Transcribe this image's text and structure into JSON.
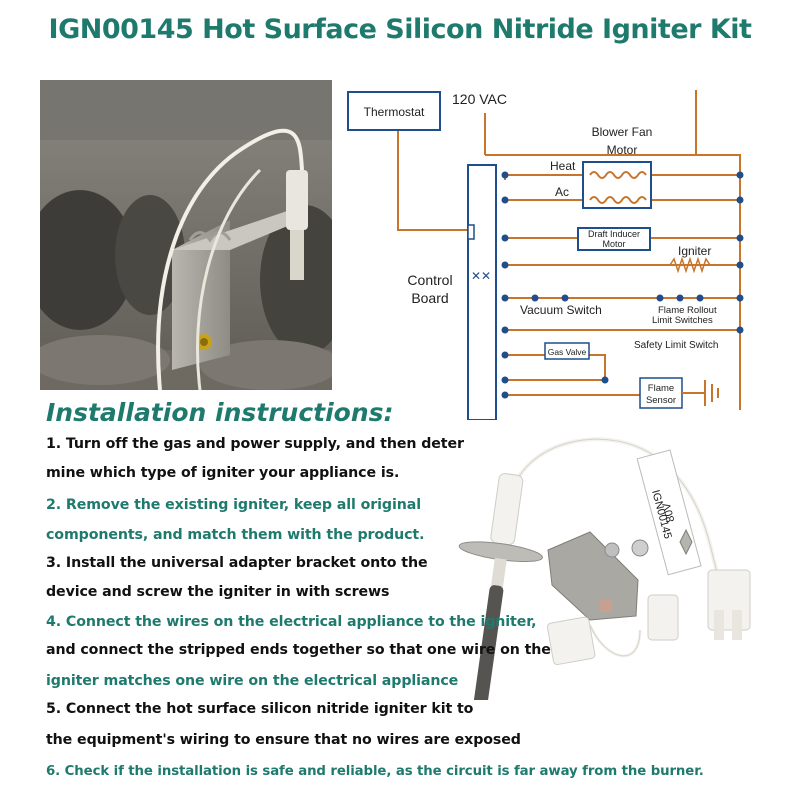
{
  "title": "IGN00145 Hot Surface Silicon Nitride Igniter Kit",
  "schematic": {
    "thermostat": "Thermostat",
    "voltage": "120 VAC",
    "blower_line1": "Blower Fan",
    "blower_line2": "Motor",
    "heat": "Heat",
    "ac": "Ac",
    "inducer_line1": "Draft Inducer",
    "inducer_line2": "Motor",
    "igniter": "Igniter",
    "control_line1": "Control",
    "control_line2": "Board",
    "vacuum": "Vacuum Switch",
    "flame_rollout_line1": "Flame Rollout",
    "flame_rollout_line2": "Limit Switches",
    "safety": "Safety Limit Switch",
    "gas_valve": "Gas Valve",
    "flame_line1": "Flame",
    "flame_line2": "Sensor"
  },
  "heading": "Installation instructions:",
  "steps": [
    "1. Turn off the gas and power supply, and then deter",
    "mine which type of igniter your appliance is.",
    "2. Remove the existing igniter, keep all original",
    "components, and match them with the product.",
    "3. Install the universal adapter bracket onto the",
    "device and screw the igniter in with screws",
    "4. Connect the wires on the electrical appliance to the igniter,",
    " and connect the stripped ends together so that one wire on the",
    " igniter matches one wire on the electrical appliance",
    "5. Connect the hot surface silicon nitride igniter kit to",
    "the equipment's wiring to ensure that no wires are exposed",
    "6. Check if the installation is safe and reliable, as the circuit is far away from the burner."
  ],
  "product_label_line1": "IGN00145",
  "product_label_line2": "80V",
  "colors": {
    "teal": "#1f7a6e",
    "wire": "#c8742a",
    "board": "#1f4e8c"
  }
}
